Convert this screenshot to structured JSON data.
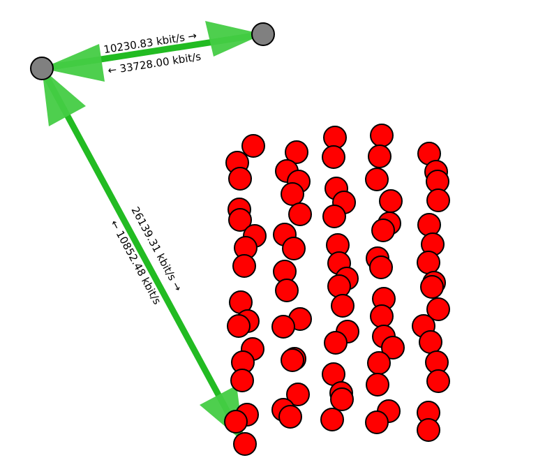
{
  "colors": {
    "background": "#ffffff",
    "edge": "#22bb22",
    "arrowhead": "#44cc44",
    "hub_node": "#808080",
    "cluster_node": "#ff0000",
    "outline": "#000000"
  },
  "edges": [
    {
      "from": "hub-a",
      "to": "hub-b",
      "forward_label": "10230.83 kbit/s →",
      "backward_label": "← 33728.00 kbit/s"
    },
    {
      "from": "hub-a",
      "to": "hub-c",
      "forward_label": "26139.31 kbit/s →",
      "backward_label": "← 10852.48 kbit/s"
    }
  ]
}
